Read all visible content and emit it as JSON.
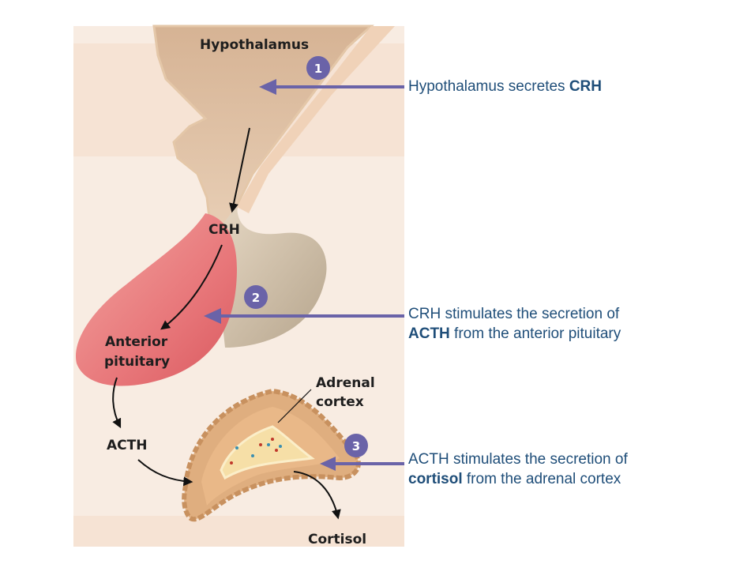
{
  "labels": {
    "hypothalamus": "Hypothalamus",
    "crh": "CRH",
    "anterior_line1": "Anterior",
    "anterior_line2": "pituitary",
    "acth": "ACTH",
    "adrenal_line1": "Adrenal",
    "adrenal_line2": "cortex",
    "cortisol": "Cortisol"
  },
  "steps": [
    {
      "number": "1",
      "text_before": "Hypothalamus secretes ",
      "bold": "CRH",
      "text_after": ""
    },
    {
      "number": "2",
      "line1": "CRH stimulates the secretion of",
      "bold": "ACTH",
      "text_after": " from the anterior pituitary"
    },
    {
      "number": "3",
      "line1": "ACTH stimulates the secretion of",
      "bold": "cortisol",
      "text_after": " from the adrenal cortex"
    }
  ],
  "colors": {
    "arrow": "#6a63a8",
    "note_text": "#1f4e79"
  }
}
